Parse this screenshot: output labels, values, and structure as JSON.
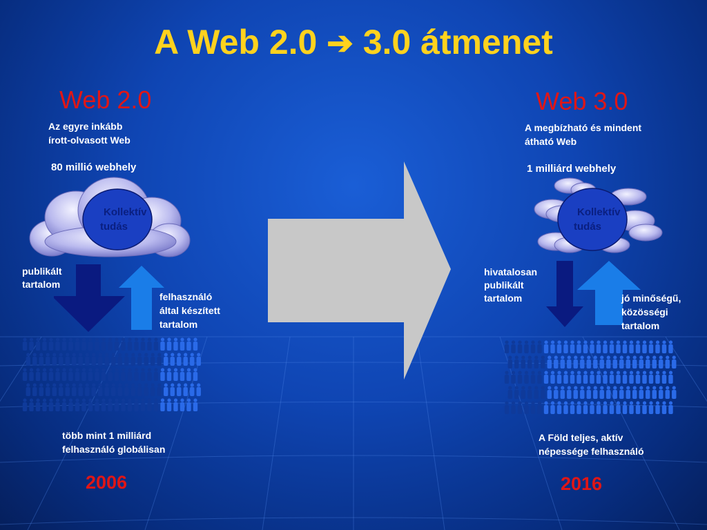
{
  "title": {
    "left": "A Web 2.0",
    "arrow": "➔",
    "right": "3.0 átmenet"
  },
  "left": {
    "heading": "Web 2.0",
    "subtitle_line1": "Az egyre inkább",
    "subtitle_line2": "írott-olvasott Web",
    "sites": "80 millió webhely",
    "cloud_line1": "Kollektív",
    "cloud_line2": "tudás",
    "down_line1": "publikált",
    "down_line2": "tartalom",
    "up_line1": "felhasználó",
    "up_line2": "által készített",
    "up_line3": "tartalom",
    "users_line1": "több mint 1 milliárd",
    "users_line2": "felhasználó globálisan",
    "year": "2006"
  },
  "right": {
    "heading": "Web 3.0",
    "subtitle_line1": "A megbízható és mindent",
    "subtitle_line2": "átható Web",
    "sites": "1 milliárd webhely",
    "cloud_line1": "Kollektív",
    "cloud_line2": "tudás",
    "down_line1": "hivatalosan",
    "down_line2": "publikált",
    "down_line3": "tartalom",
    "up_line1": "jó minőségű,",
    "up_line2": "közösségi",
    "up_line3": "tartalom",
    "users_line1": "A Föld teljes, aktív",
    "users_line2": "népessége felhasználó",
    "year": "2016"
  },
  "colors": {
    "title": "#ffd21e",
    "heading": "#e01616",
    "big_arrow": "#c8c8c8",
    "down_arrow": "#0a1a80",
    "up_arrow": "#1a7de8",
    "cloud_inner": "#1a3fc2",
    "person_active": "#2a6ae8",
    "person_dark": "#0f3a9a"
  }
}
